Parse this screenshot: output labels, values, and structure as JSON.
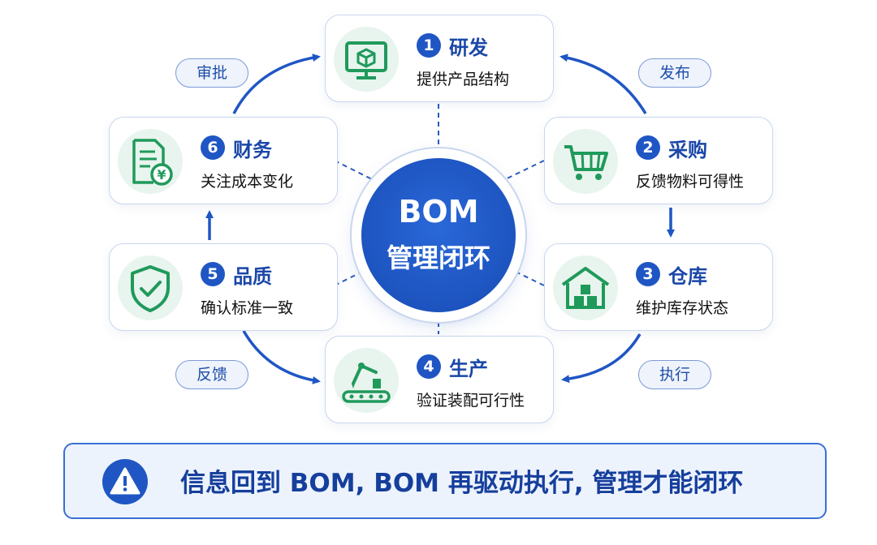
{
  "center": {
    "line1": "BOM",
    "line2": "管理闭环"
  },
  "stages": [
    {
      "number": "1",
      "title": "研发",
      "description": "提供产品结构",
      "icon": "monitor-cube-icon"
    },
    {
      "number": "2",
      "title": "采购",
      "description": "反馈物料可得性",
      "icon": "shopping-cart-icon"
    },
    {
      "number": "3",
      "title": "仓库",
      "description": "维护库存状态",
      "icon": "warehouse-icon"
    },
    {
      "number": "4",
      "title": "生产",
      "description": "验证装配可行性",
      "icon": "robot-arm-conveyor-icon"
    },
    {
      "number": "5",
      "title": "品质",
      "description": "确认标准一致",
      "icon": "shield-check-icon"
    },
    {
      "number": "6",
      "title": "财务",
      "description": "关注成本变化",
      "icon": "document-yen-icon"
    }
  ],
  "flow_labels": {
    "release": "发布",
    "execute": "执行",
    "feedback": "反馈",
    "approve": "审批"
  },
  "banner": {
    "text": "信息回到 BOM, BOM 再驱动执行, 管理才能闭环",
    "icon": "warning-icon"
  },
  "colors": {
    "primary": "#1f56c4",
    "icon_green": "#1f9a5b",
    "icon_bg": "#e8f4ee",
    "border": "#c9d6ee"
  }
}
